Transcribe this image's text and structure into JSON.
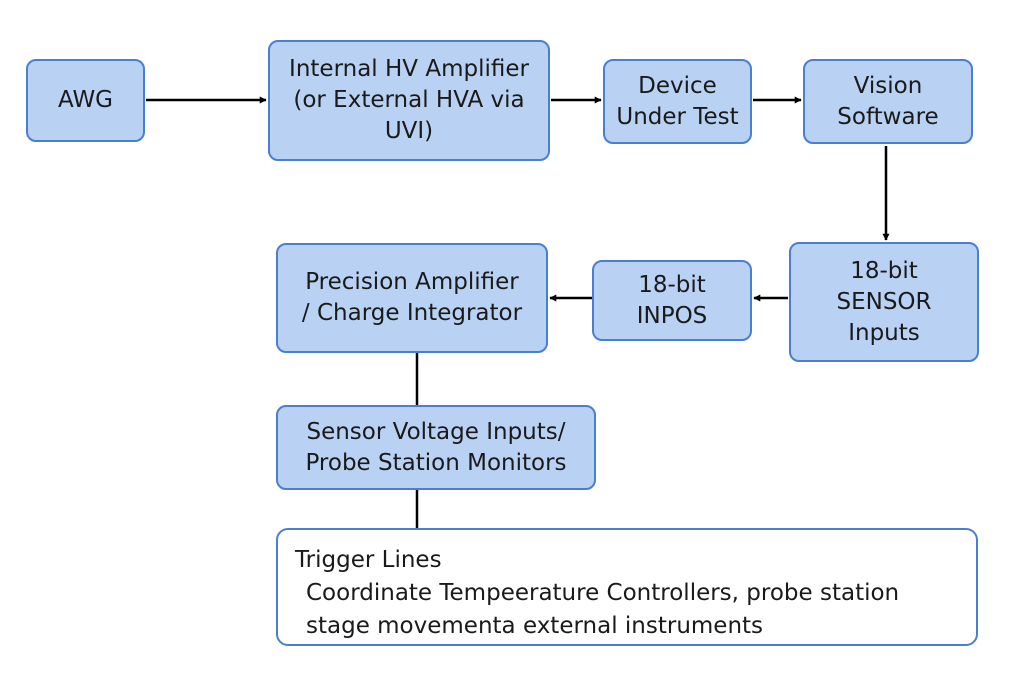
{
  "colors": {
    "box_fill": "#b9d1f3",
    "box_border": "#4a7fd0",
    "arrow": "#000000",
    "text": "#1a1a1a"
  },
  "nodes": {
    "awg": {
      "lines": [
        "AWG"
      ]
    },
    "hv_amp": {
      "lines": [
        "Internal HV Amplifier",
        "(or External HVA via",
        "UVI)"
      ]
    },
    "dut": {
      "lines": [
        "Device",
        "Under Test"
      ]
    },
    "vision": {
      "lines": [
        "Vision",
        "Software"
      ]
    },
    "sensor_in": {
      "lines": [
        "18-bit",
        "SENSOR",
        "Inputs"
      ]
    },
    "inpos": {
      "lines": [
        "18-bit",
        "INPOS"
      ]
    },
    "precision": {
      "lines": [
        "Precision Amplifier",
        "/ Charge Integrator"
      ]
    },
    "voltage": {
      "lines": [
        "Sensor Voltage Inputs/",
        "Probe Station Monitors"
      ]
    }
  },
  "trigger": {
    "title": "Trigger Lines",
    "lines": [
      "Coordinate Tempeerature Controllers, probe station",
      "stage movementa external instruments"
    ]
  }
}
